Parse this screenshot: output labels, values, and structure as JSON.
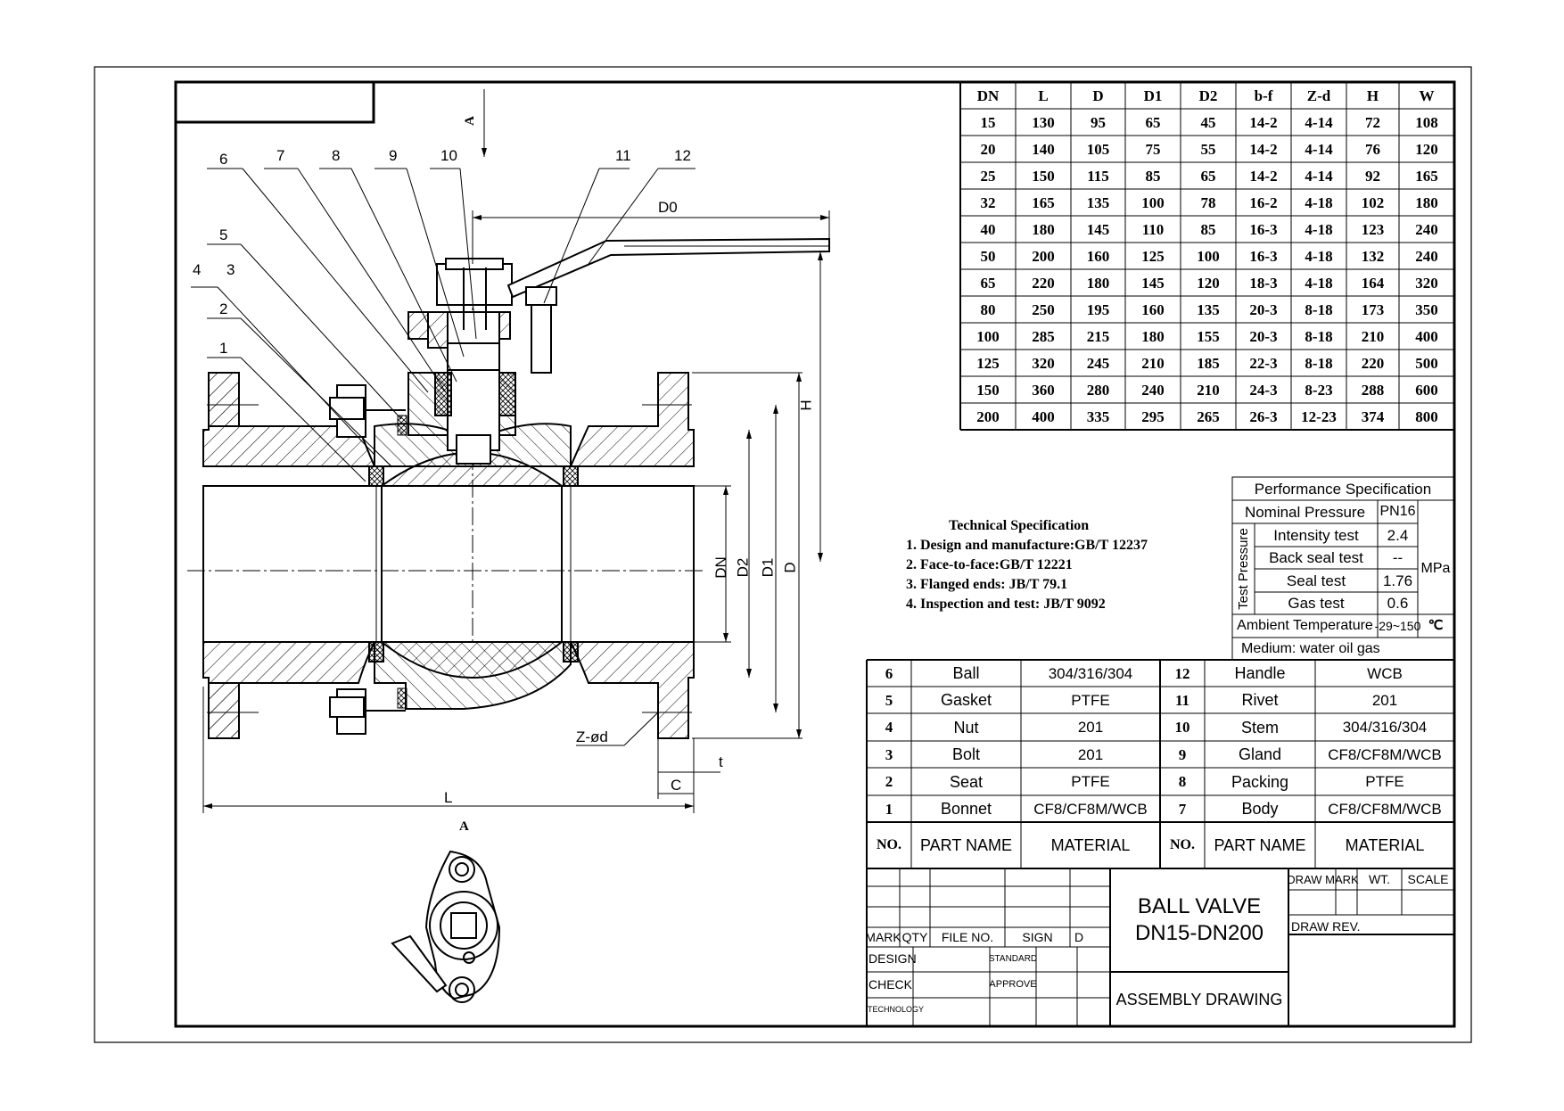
{
  "balloons": [
    "1",
    "2",
    "3",
    "4",
    "5",
    "6",
    "7",
    "8",
    "9",
    "10",
    "11",
    "12"
  ],
  "dim_labels": {
    "DO": "D0",
    "H": "H",
    "DN": "DN",
    "D2": "D2",
    "D1": "D1",
    "D": "D",
    "L": "L",
    "C": "C",
    "t": "t",
    "Zd": "Z-ød",
    "A": "A"
  },
  "view_label": "A",
  "size_table": {
    "headers": [
      "DN",
      "L",
      "D",
      "D1",
      "D2",
      "b-f",
      "Z-d",
      "H",
      "W"
    ],
    "rows": [
      [
        "15",
        "130",
        "95",
        "65",
        "45",
        "14-2",
        "4-14",
        "72",
        "108"
      ],
      [
        "20",
        "140",
        "105",
        "75",
        "55",
        "14-2",
        "4-14",
        "76",
        "120"
      ],
      [
        "25",
        "150",
        "115",
        "85",
        "65",
        "14-2",
        "4-14",
        "92",
        "165"
      ],
      [
        "32",
        "165",
        "135",
        "100",
        "78",
        "16-2",
        "4-18",
        "102",
        "180"
      ],
      [
        "40",
        "180",
        "145",
        "110",
        "85",
        "16-3",
        "4-18",
        "123",
        "240"
      ],
      [
        "50",
        "200",
        "160",
        "125",
        "100",
        "16-3",
        "4-18",
        "132",
        "240"
      ],
      [
        "65",
        "220",
        "180",
        "145",
        "120",
        "18-3",
        "4-18",
        "164",
        "320"
      ],
      [
        "80",
        "250",
        "195",
        "160",
        "135",
        "20-3",
        "8-18",
        "173",
        "350"
      ],
      [
        "100",
        "285",
        "215",
        "180",
        "155",
        "20-3",
        "8-18",
        "210",
        "400"
      ],
      [
        "125",
        "320",
        "245",
        "210",
        "185",
        "22-3",
        "8-18",
        "220",
        "500"
      ],
      [
        "150",
        "360",
        "280",
        "240",
        "210",
        "24-3",
        "8-23",
        "288",
        "600"
      ],
      [
        "200",
        "400",
        "335",
        "295",
        "265",
        "26-3",
        "12-23",
        "374",
        "800"
      ]
    ]
  },
  "tech_spec": {
    "title": "Technical Specification",
    "items": [
      "1.  Design and manufacture:GB/T 12237",
      "2.  Face-to-face:GB/T 12221",
      "3.  Flanged ends: JB/T 79.1",
      "4.  Inspection and test: JB/T 9092"
    ]
  },
  "performance": {
    "title": "Performance Specification",
    "nominal_label": "Nominal Pressure",
    "nominal_value": "PN16",
    "group_label": "Test Pressure",
    "tests": [
      {
        "name": "Intensity test",
        "value": "2.4"
      },
      {
        "name": "Back seal test",
        "value": "--"
      },
      {
        "name": "Seal test",
        "value": "1.76"
      },
      {
        "name": "Gas test",
        "value": "0.6"
      }
    ],
    "unit": "MPa",
    "ambient_label": "Ambient Temperature",
    "ambient_value": "-29~150",
    "ambient_unit": "℃",
    "medium": "Medium:  water  oil   gas"
  },
  "parts": {
    "left": [
      {
        "no": "6",
        "name": "Ball",
        "material": "304/316/304"
      },
      {
        "no": "5",
        "name": "Gasket",
        "material": "PTFE"
      },
      {
        "no": "4",
        "name": "Nut",
        "material": "201"
      },
      {
        "no": "3",
        "name": "Bolt",
        "material": "201"
      },
      {
        "no": "2",
        "name": "Seat",
        "material": "PTFE"
      },
      {
        "no": "1",
        "name": "Bonnet",
        "material": "CF8/CF8M/WCB"
      }
    ],
    "right": [
      {
        "no": "12",
        "name": "Handle",
        "material": "WCB"
      },
      {
        "no": "11",
        "name": "Rivet",
        "material": "201"
      },
      {
        "no": "10",
        "name": "Stem",
        "material": "304/316/304"
      },
      {
        "no": "9",
        "name": "Gland",
        "material": "CF8/CF8M/WCB"
      },
      {
        "no": "8",
        "name": "Packing",
        "material": "PTFE"
      },
      {
        "no": "7",
        "name": "Body",
        "material": "CF8/CF8M/WCB"
      }
    ],
    "header_no": "NO.",
    "header_name": "PART NAME",
    "header_material": "MATERIAL"
  },
  "title_block": {
    "mark": "MARK",
    "qty": "QTY",
    "file_no": "FILE NO.",
    "sign": "SIGN",
    "d": "D",
    "design": "DESIGN",
    "check": "CHECK",
    "technology": "TECHNOLOGY",
    "standard": "STANDARD",
    "approve": "APPROVE",
    "title_line1": "BALL  VALVE",
    "title_line2": "DN15-DN200",
    "drawing_type": "ASSEMBLY  DRAWING",
    "draw_mark": "DRAW MARK",
    "wt": "WT.",
    "scale": "SCALE",
    "draw_rev": "DRAW REV."
  }
}
